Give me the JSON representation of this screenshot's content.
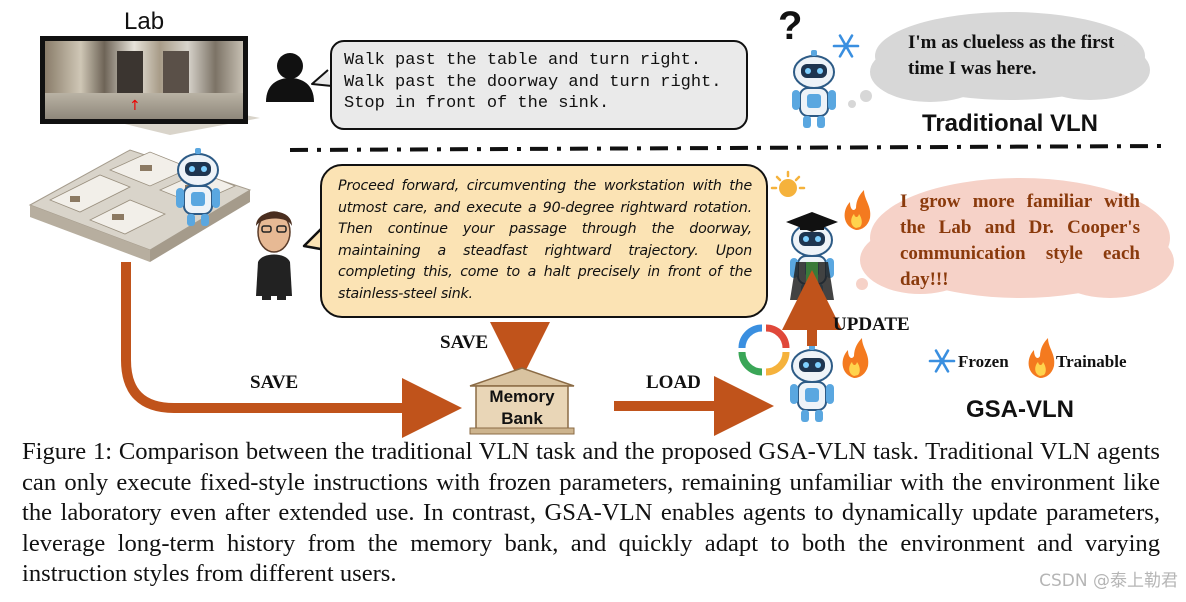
{
  "figure": {
    "lab_label": "Lab",
    "traditional_instructions": [
      "Walk past the table and turn right.",
      "Walk past the doorway and turn right.",
      "Stop in front of the sink."
    ],
    "styled_instruction": "Proceed forward, circumventing the workstation with the utmost care, and execute a 90-degree rightward rotation. Then continue your passage through the doorway, maintaining a steadfast rightward trajectory. Upon completing this, come to a halt precisely in front of the stainless-steel sink.",
    "thought_traditional": "I'm as clueless as the first time I was here.",
    "thought_gsa": "I grow more familiar with the Lab and Dr. Cooper's communication style each day!!!",
    "section_traditional": "Traditional VLN",
    "section_gsa": "GSA-VLN",
    "arrow_save_left": "SAVE",
    "arrow_save_top": "SAVE",
    "arrow_load": "LOAD",
    "arrow_update": "UPDATE",
    "memory_bank_line1": "Memory",
    "memory_bank_line2": "Bank",
    "legend_frozen": "Frozen",
    "legend_trainable": "Trainable",
    "question_mark": "?",
    "colors": {
      "arrow": "#c0531b",
      "speech_bg": "#eaeaea",
      "styled_speech_bg": "#fbe3b4",
      "cloud_grey": "#d7d7d7",
      "cloud_pink": "#f6d2c8",
      "robot_blue": "#5aa7e0",
      "thought_orange_text": "#8a3a0c"
    }
  },
  "caption": "Figure 1: Comparison between the traditional VLN task and the proposed GSA-VLN task. Traditional VLN agents can only execute fixed-style instructions with frozen parameters, remaining unfamiliar with the environment like the laboratory even after extended use. In contrast, GSA-VLN enables agents to dynamically update parameters, leverage long-term history from the memory bank, and quickly adapt to both the environment and varying instruction styles from different users.",
  "watermark": "CSDN @泰上勒君"
}
